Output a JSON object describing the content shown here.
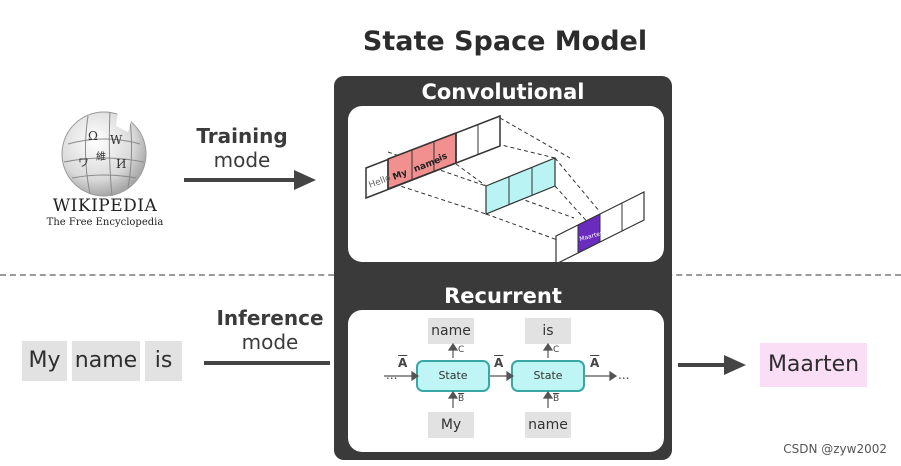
{
  "title": "State Space Model",
  "wikipedia": {
    "wordmark": "Wikipedia",
    "tagline": "The Free Encyclopedia",
    "logo_icon": "wikipedia-globe-icon"
  },
  "training": {
    "bold": "Training",
    "sub": "mode"
  },
  "inference": {
    "bold": "Inference",
    "sub": "mode"
  },
  "convolutional": {
    "header": "Convolutional",
    "input_tokens": [
      "Hello",
      "My",
      "name",
      "is"
    ],
    "output_token": "Maarten",
    "colors": {
      "kernel": "#f1908f",
      "middle": "#b9f3f3",
      "output": "#6a2bbf"
    }
  },
  "recurrent": {
    "header": "Recurrent",
    "state_label": "State",
    "matrix_a": "A",
    "matrix_b": "B",
    "matrix_c": "C",
    "ellipsis": "...",
    "outputs": [
      "name",
      "is"
    ],
    "inputs": [
      "My",
      "name"
    ]
  },
  "input_tokens": [
    "My",
    "name",
    "is"
  ],
  "output_token": "Maarten",
  "watermark": "CSDN @zyw2002",
  "colors": {
    "panel": "#3a3a3a",
    "output_token_bg": "#f9def6",
    "token_bg": "#e2e2e2"
  }
}
